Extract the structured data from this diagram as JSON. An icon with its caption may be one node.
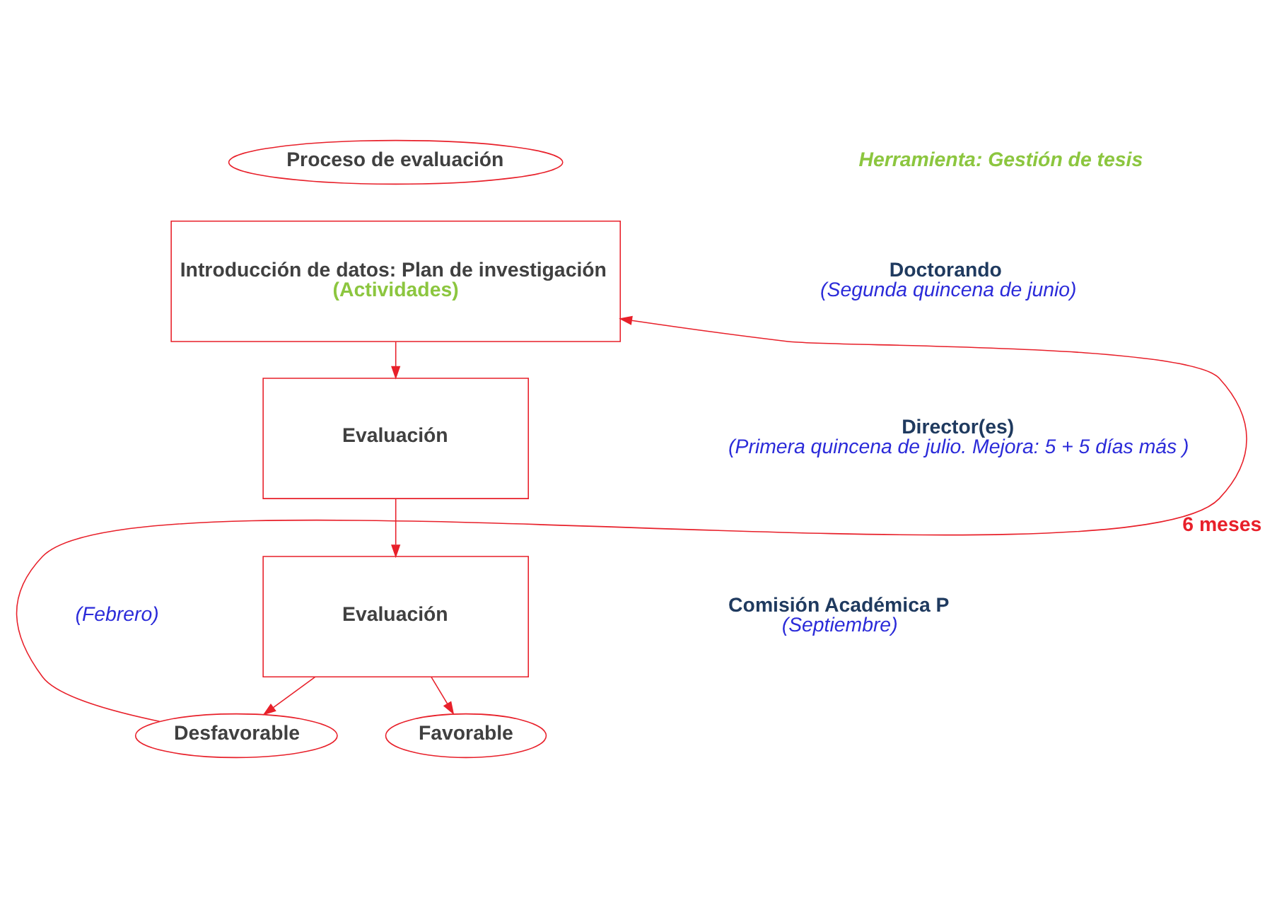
{
  "diagram": {
    "nodes": [
      {
        "text": [
          "Proceso de evaluación"
        ]
      },
      {
        "text": [
          "Introducción de datos: Plan de investigación",
          "(Actividades)"
        ],
        "beside": [
          "Doctorando",
          "(Segunda quincena de junio)"
        ]
      },
      {
        "text": [
          "Evaluación"
        ],
        "beside": [
          "Director(es)",
          "(Primera quincena de julio. Mejora: 5 + 5 días más )"
        ]
      },
      {
        "text": [
          "Evaluación"
        ],
        "beside": [
          "Comisión Académica P",
          "(Septiembre)"
        ]
      },
      {
        "text": [
          "Desfavorable"
        ]
      },
      {
        "text": [
          "Favorable"
        ]
      }
    ],
    "edges": [
      {
        "from": 1,
        "to": 2,
        "arrow": "to"
      },
      {
        "from": 2,
        "to": 3,
        "arrow": "to"
      },
      {
        "from": 3,
        "to": 4,
        "arrow": "to"
      },
      {
        "from": 3,
        "to": 5,
        "arrow": "to"
      },
      {
        "from": 4,
        "to": 1,
        "arrow": "to",
        "label": "6 meses"
      }
    ],
    "labels": [
      "Herramienta: Gestión de tesis",
      "(Febrero)"
    ]
  }
}
